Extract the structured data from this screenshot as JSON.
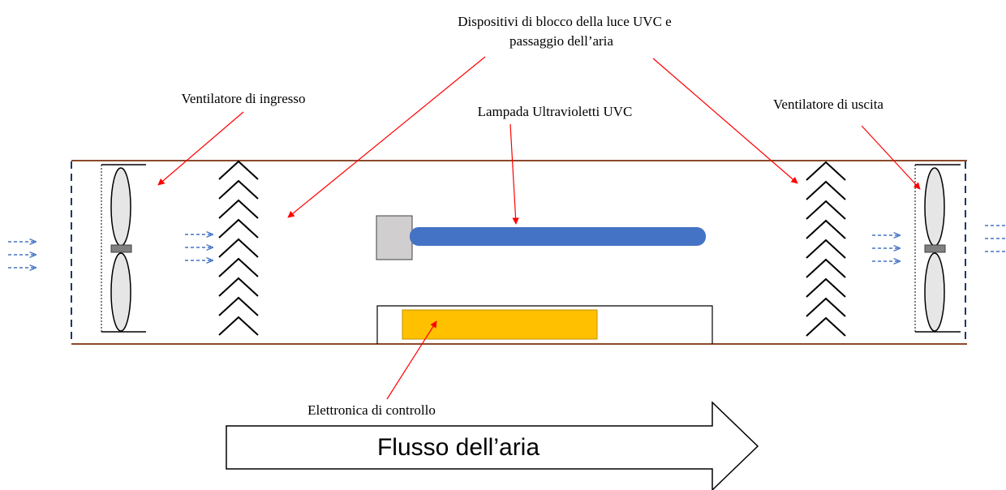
{
  "labels": {
    "blocking_devices_line1": "Dispositivi di blocco della luce UVC e",
    "blocking_devices_line2": "passaggio dell’aria",
    "inlet_fan": "Ventilatore di ingresso",
    "uvc_lamp": "Lampada Ultravioletti UVC",
    "outlet_fan": "Ventilatore di uscita",
    "control_electronics": "Elettronica di controllo",
    "airflow": "Flusso dell’aria"
  },
  "colors": {
    "duct_wall": "#8B4A2B",
    "lamp_tube": "#4472C4",
    "lamp_socket": "#D0CECE",
    "electronics_board": "#FFC000",
    "leader_arrow": "#FF0000",
    "flow_arrow": "#4472C4",
    "fan_blade": "#E6E6E6",
    "fan_hub": "#808080"
  },
  "icons": {
    "inlet_fan": "fan-icon",
    "outlet_fan": "fan-icon",
    "baffle": "chevron-up-icon",
    "flow_indicator": "dashed-arrow-icon"
  }
}
